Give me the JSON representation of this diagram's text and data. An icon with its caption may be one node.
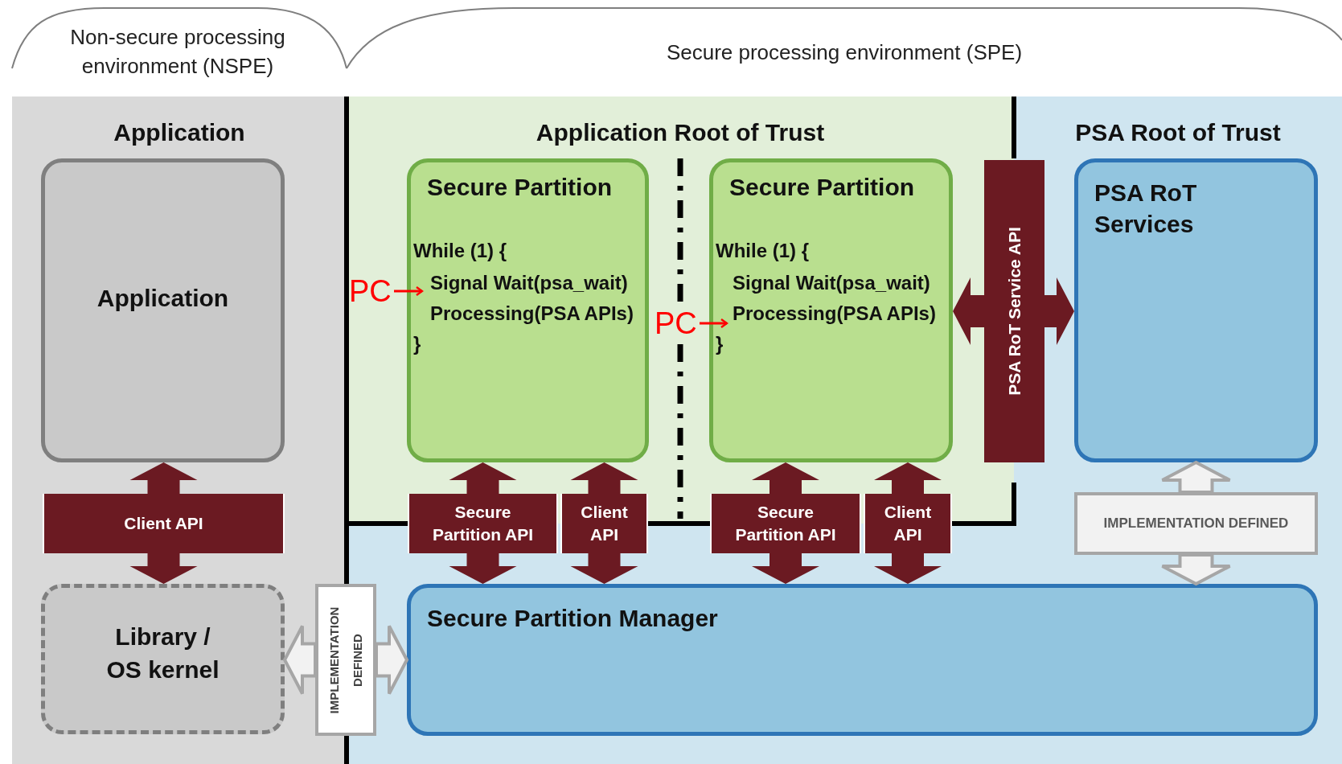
{
  "diagram": {
    "nodes": [
      {
        "text": [
          "Application"
        ]
      },
      {
        "text": [
          "Application"
        ],
        "in": 0
      },
      {
        "text": [
          "Client API"
        ],
        "in": 0
      },
      {
        "text": [
          "Library / OS kernel"
        ],
        "in": 0
      },
      {
        "text": [
          "IMPLEMENTATION DEFINED"
        ]
      },
      {
        "text": [
          "Application Root of Trust"
        ]
      },
      {
        "text": [
          "Secure Partition",
          "While (1) {",
          "Signal Wait(psa_wait)",
          "Processing(PSA APIs)",
          "}"
        ],
        "in": 5
      },
      {
        "text": [
          "Secure Partition",
          "While (1) {",
          "Signal Wait(psa_wait)",
          "Processing(PSA APIs)",
          "}"
        ],
        "in": 5
      },
      {
        "text": [
          "Secure Partition API"
        ]
      },
      {
        "text": [
          "Client API"
        ]
      },
      {
        "text": [
          "Secure Partition API"
        ]
      },
      {
        "text": [
          "Client API"
        ]
      },
      {
        "text": [
          "PSA RoT Service API"
        ]
      },
      {
        "text": [
          "PSA Root of Trust"
        ]
      },
      {
        "text": [
          "PSA RoT Services"
        ],
        "in": 13
      },
      {
        "text": [
          "IMPLEMENTATION DEFINED"
        ]
      },
      {
        "text": [
          "Secure Partition Manager"
        ]
      },
      {
        "text": [
          "PC"
        ],
        "in": 5
      },
      {
        "text": [
          "PC"
        ],
        "in": 5
      }
    ],
    "edges": [
      {
        "from": 2,
        "to": 1,
        "arrow": "to"
      },
      {
        "from": 2,
        "to": 3,
        "arrow": "to"
      },
      {
        "from": 8,
        "to": 6,
        "arrow": "to"
      },
      {
        "from": 8,
        "to": 16,
        "arrow": "to"
      },
      {
        "from": 9,
        "to": 6,
        "arrow": "to"
      },
      {
        "from": 9,
        "to": 16,
        "arrow": "to"
      },
      {
        "from": 10,
        "to": 7,
        "arrow": "to"
      },
      {
        "from": 10,
        "to": 16,
        "arrow": "to"
      },
      {
        "from": 11,
        "to": 7,
        "arrow": "to"
      },
      {
        "from": 11,
        "to": 16,
        "arrow": "to"
      },
      {
        "from": 12,
        "to": 7,
        "arrow": "to"
      },
      {
        "from": 12,
        "to": 14,
        "arrow": "to"
      },
      {
        "from": 4,
        "to": 3,
        "arrow": "to",
        "color": "#a6a6a6"
      },
      {
        "from": 4,
        "to": 16,
        "arrow": "to",
        "color": "#a6a6a6"
      },
      {
        "from": 15,
        "to": 14,
        "arrow": "to",
        "color": "#a6a6a6"
      },
      {
        "from": 15,
        "to": 16,
        "arrow": "to",
        "color": "#a6a6a6"
      },
      {
        "from": 17,
        "to": null,
        "arrow": "to",
        "color": "#ff0000"
      },
      {
        "from": 18,
        "to": null,
        "arrow": "to",
        "color": "#ff0000"
      }
    ],
    "labels": [
      "Non-secure processing environment (NSPE)",
      "Secure processing environment (SPE)"
    ]
  }
}
